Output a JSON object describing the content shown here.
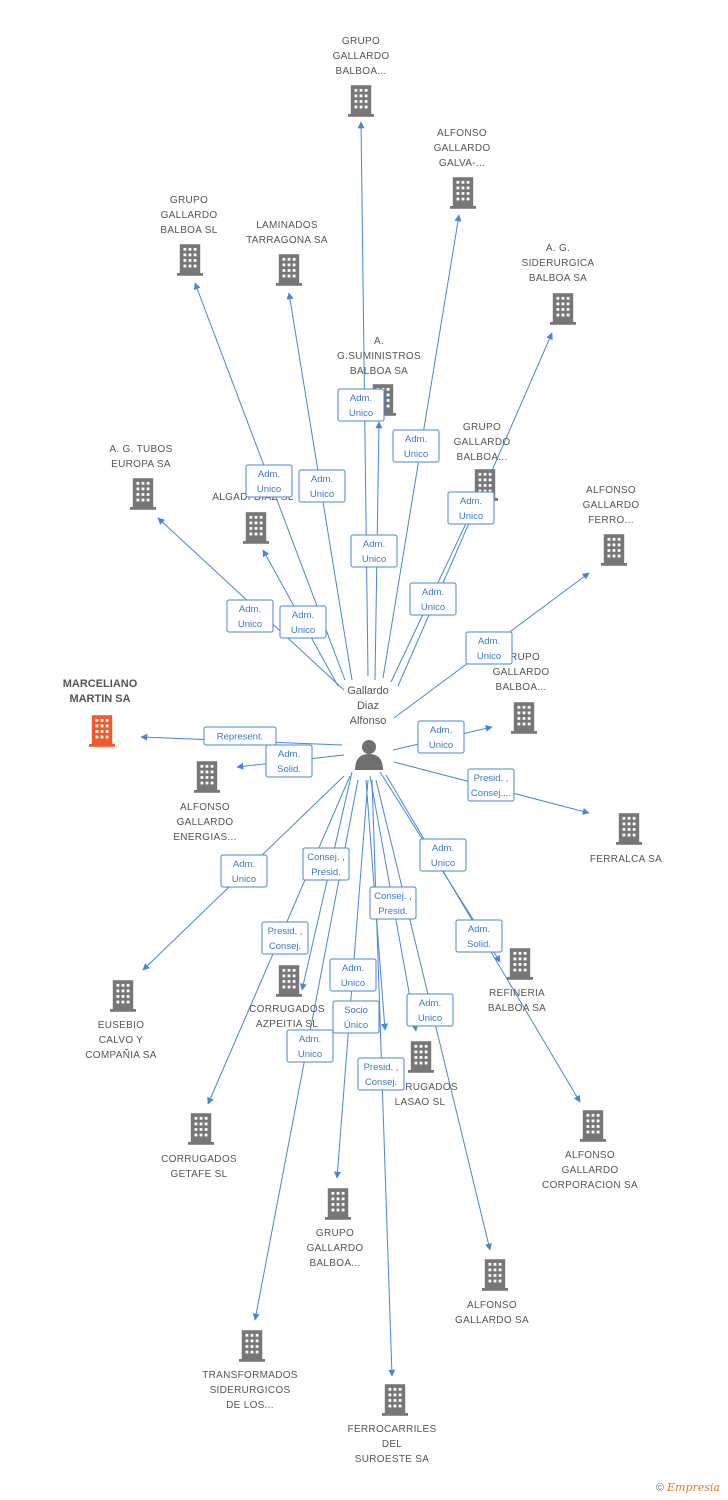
{
  "center": {
    "name_lines": [
      "Gallardo",
      "Diaz",
      "Alfonso"
    ],
    "icon": "person-icon"
  },
  "colors": {
    "edge": "#4a86d8",
    "building": "#777777",
    "highlight": "#f05a2a",
    "label": "#555555"
  },
  "nodes": [
    {
      "id": "n1",
      "lines": [
        "GRUPO",
        "GALLARDO",
        "BALBOA..."
      ],
      "icon": "building-icon",
      "edge": [
        "Adm.",
        "Unico"
      ]
    },
    {
      "id": "n2",
      "lines": [
        "ALFONSO",
        "GALLARDO",
        "GALVA-..."
      ],
      "icon": "building-icon",
      "edge": [
        "Adm.",
        "Unico"
      ]
    },
    {
      "id": "n3",
      "lines": [
        "GRUPO",
        "GALLARDO",
        "BALBOA  SL"
      ],
      "icon": "building-icon",
      "edge": [
        "Adm.",
        "Unico"
      ]
    },
    {
      "id": "n4",
      "lines": [
        "LAMINADOS",
        "TARRAGONA SA"
      ],
      "icon": "building-icon",
      "edge": [
        "Adm.",
        "Unico"
      ]
    },
    {
      "id": "n5",
      "lines": [
        "A. G.",
        "SIDERURGICA",
        "BALBOA SA"
      ],
      "icon": "building-icon",
      "edge": [
        "Adm.",
        "Unico"
      ]
    },
    {
      "id": "n6",
      "lines": [
        "A.",
        "G.SUMINISTROS",
        "BALBOA SA"
      ],
      "icon": "building-icon",
      "edge": [
        "Adm.",
        "Unico"
      ]
    },
    {
      "id": "n7",
      "lines": [
        "GRUPO",
        "GALLARDO",
        "BALBOA..."
      ],
      "icon": "building-icon",
      "edge": [
        "Adm.",
        "Unico"
      ]
    },
    {
      "id": "n8",
      "lines": [
        "A. G. TUBOS",
        "EUROPA SA"
      ],
      "icon": "building-icon",
      "edge": [
        "Adm.",
        "Unico"
      ]
    },
    {
      "id": "n9",
      "lines": [
        "ALGADI DIAZ SL"
      ],
      "icon": "building-icon",
      "edge": [
        "Adm.",
        "Unico"
      ]
    },
    {
      "id": "n10",
      "lines": [
        "ALFONSO",
        "GALLARDO",
        "FERRO..."
      ],
      "icon": "building-icon",
      "edge": [
        "Adm.",
        "Unico"
      ]
    },
    {
      "id": "n11",
      "lines": [
        "GRUPO",
        "GALLARDO",
        "BALBOA..."
      ],
      "icon": "building-icon",
      "edge": [
        "Adm.",
        "Unico"
      ]
    },
    {
      "id": "n12",
      "lines": [
        "MARCELIANO",
        "MARTIN SA"
      ],
      "icon": "building-icon",
      "highlight": true,
      "edge": [
        "Represent."
      ]
    },
    {
      "id": "n13",
      "lines": [
        "ALFONSO",
        "GALLARDO",
        "ENERGIAS..."
      ],
      "icon": "building-icon",
      "edge": [
        "Adm.",
        "Solid."
      ]
    },
    {
      "id": "n14",
      "lines": [
        "FERRALCA SA"
      ],
      "icon": "building-icon",
      "edge": [
        "Presid. ,",
        "Consej...."
      ]
    },
    {
      "id": "n15",
      "lines": [
        "EUSEBIO",
        "CALVO Y",
        "COMPAÑIA SA"
      ],
      "icon": "building-icon",
      "edge": [
        "Adm.",
        "Unico"
      ]
    },
    {
      "id": "n16",
      "lines": [
        "CORRUGADOS",
        "AZPEITIA SL"
      ],
      "icon": "building-icon",
      "edge": [
        "Consej. ,",
        "Presid."
      ]
    },
    {
      "id": "n17",
      "lines": [
        "REFINERIA",
        "BALBOA SA"
      ],
      "icon": "building-icon",
      "edge": [
        "Adm.",
        "Solid."
      ]
    },
    {
      "id": "n18",
      "lines": [
        "CORRUGADOS",
        "LASAO SL"
      ],
      "icon": "building-icon",
      "edge": [
        "Adm.",
        "Unico"
      ]
    },
    {
      "id": "n19",
      "lines": [
        "CORRUGADOS",
        "GETAFE SL"
      ],
      "icon": "building-icon",
      "edge": [
        "Presid. ,",
        "Consej."
      ]
    },
    {
      "id": "n20",
      "lines": [
        "ALFONSO",
        "GALLARDO",
        "CORPORACION SA"
      ],
      "icon": "building-icon",
      "edge": [
        "Adm.",
        "Unico"
      ]
    },
    {
      "id": "n21",
      "lines": [
        "GRUPO",
        "GALLARDO",
        "BALBOA..."
      ],
      "icon": "building-icon",
      "edge": [
        "Adm.",
        "Unico"
      ]
    },
    {
      "id": "n22",
      "lines": [
        "ALFONSO",
        "GALLARDO SA"
      ],
      "icon": "building-icon",
      "edge": [
        "Consej. ,",
        "Presid."
      ]
    },
    {
      "id": "n23",
      "lines": [
        "TRANSFORMADOS",
        "SIDERURGICOS",
        "DE LOS..."
      ],
      "icon": "building-icon",
      "edge": [
        "Adm.",
        "Unico"
      ]
    },
    {
      "id": "n24",
      "lines": [
        "FERROCARRILES",
        "DEL",
        "SUROESTE SA"
      ],
      "icon": "building-icon",
      "edge": [
        "Presid. ,",
        "Consej."
      ]
    },
    {
      "id": "n25",
      "lines": [],
      "icon": "building-icon",
      "edge": [
        "Socio",
        "Único"
      ]
    }
  ],
  "footer": {
    "copyright": "©",
    "brand": "Empresia"
  }
}
